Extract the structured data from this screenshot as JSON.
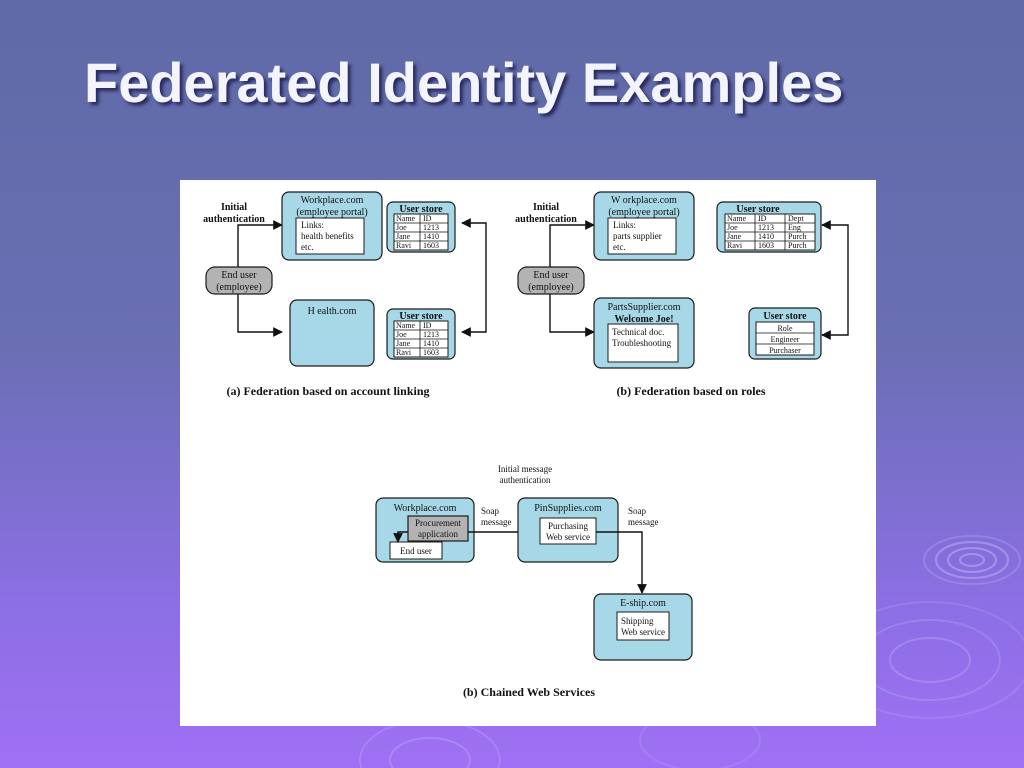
{
  "slide": {
    "title": "Federated Identity Examples"
  },
  "colors": {
    "box_fill": "#a7d8e8",
    "user_fill": "#b3b3b3",
    "title_text": "#f4f4ff"
  },
  "figure": {
    "a": {
      "initial_auth": [
        "Initial",
        "authentication"
      ],
      "end_user": [
        "End user",
        "(employee)"
      ],
      "workplace": {
        "title": "Workplace.com",
        "subtitle": "(employee portal)",
        "links": [
          "Links:",
          "health benefits",
          "etc."
        ]
      },
      "health": {
        "title": "H ealth.com"
      },
      "store1": {
        "title": "User store",
        "header": [
          "Name",
          "ID"
        ],
        "rows": [
          [
            "Joe",
            "1213"
          ],
          [
            "Jane",
            "1410"
          ],
          [
            "Ravi",
            "1603"
          ]
        ]
      },
      "store2": {
        "title": "User store",
        "header": [
          "Name",
          "ID"
        ],
        "rows": [
          [
            "Joe",
            "1213"
          ],
          [
            "Jane",
            "1410"
          ],
          [
            "Ravi",
            "1603"
          ]
        ]
      },
      "caption": "(a) Federation based on account linking"
    },
    "b": {
      "initial_auth": [
        "Initial",
        "authentication"
      ],
      "end_user": [
        "End user",
        "(employee)"
      ],
      "workplace": {
        "title": "W orkplace.com",
        "subtitle": "(employee portal)",
        "links": [
          "Links:",
          "parts supplier",
          "etc."
        ]
      },
      "parts": {
        "title": "PartsSupplier.com",
        "subtitle": "Welcome Joe!",
        "items": [
          "Technical doc.",
          "Troubleshooting"
        ]
      },
      "store1": {
        "title": "User store",
        "header": [
          "Name",
          "ID",
          "Dept"
        ],
        "rows": [
          [
            "Joe",
            "1213",
            "Eng"
          ],
          [
            "Jane",
            "1410",
            "Purch"
          ],
          [
            "Ravi",
            "1603",
            "Purch"
          ]
        ]
      },
      "store2": {
        "title": "User store",
        "rows": [
          "Role",
          "Engineer",
          "Purchaser"
        ]
      },
      "caption": "(b) Federation based on roles"
    },
    "c": {
      "initial_msg": [
        "Initial message",
        "authentication"
      ],
      "workplace": {
        "title": "Workplace.com",
        "app": [
          "Procurement",
          "application"
        ],
        "end_user": "End user"
      },
      "soap1": [
        "Soap",
        "message"
      ],
      "soap2": [
        "Soap",
        "message"
      ],
      "pin": {
        "title": "PinSupplies.com",
        "service": [
          "Purchasing",
          "Web service"
        ]
      },
      "eship": {
        "title": "E-ship.com",
        "service": [
          "Shipping",
          "Web service"
        ]
      },
      "caption": "(b) Chained Web Services"
    }
  }
}
